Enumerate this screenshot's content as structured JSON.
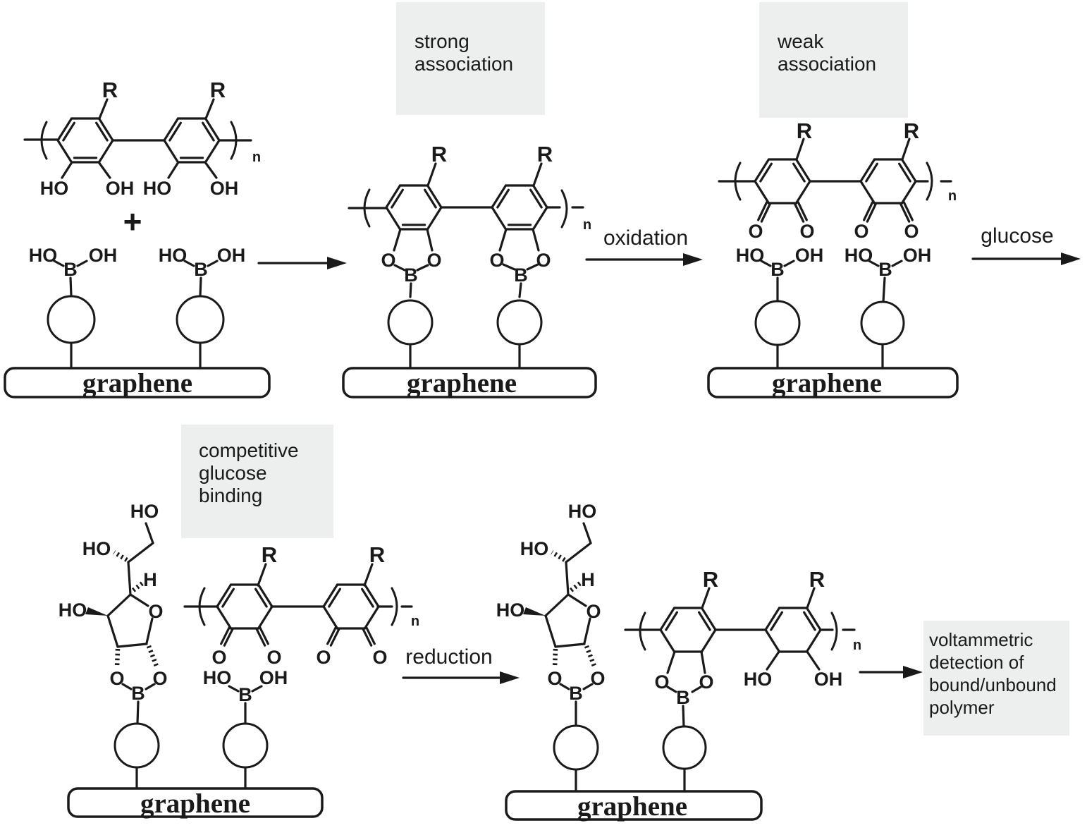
{
  "labels": {
    "graphene": "graphene",
    "plus": "+"
  },
  "atoms": {
    "R": "R",
    "HO": "HO",
    "OH": "OH",
    "O": "O",
    "B": "B",
    "H": "H",
    "n": "n"
  },
  "boxes": {
    "strong": "strong\nassociation",
    "weak": "weak\nassociation",
    "competitive": "competitive\nglucose\nbinding",
    "voltammetric": "voltammetric\ndetection of\nbound/unbound\npolymer"
  },
  "arrows": {
    "oxidation": "oxidation",
    "glucose": "glucose",
    "reduction": "reduction"
  },
  "colors": {
    "ink": "#1a1a1a",
    "note_bg": "#ecefee",
    "background": "#ffffff"
  }
}
